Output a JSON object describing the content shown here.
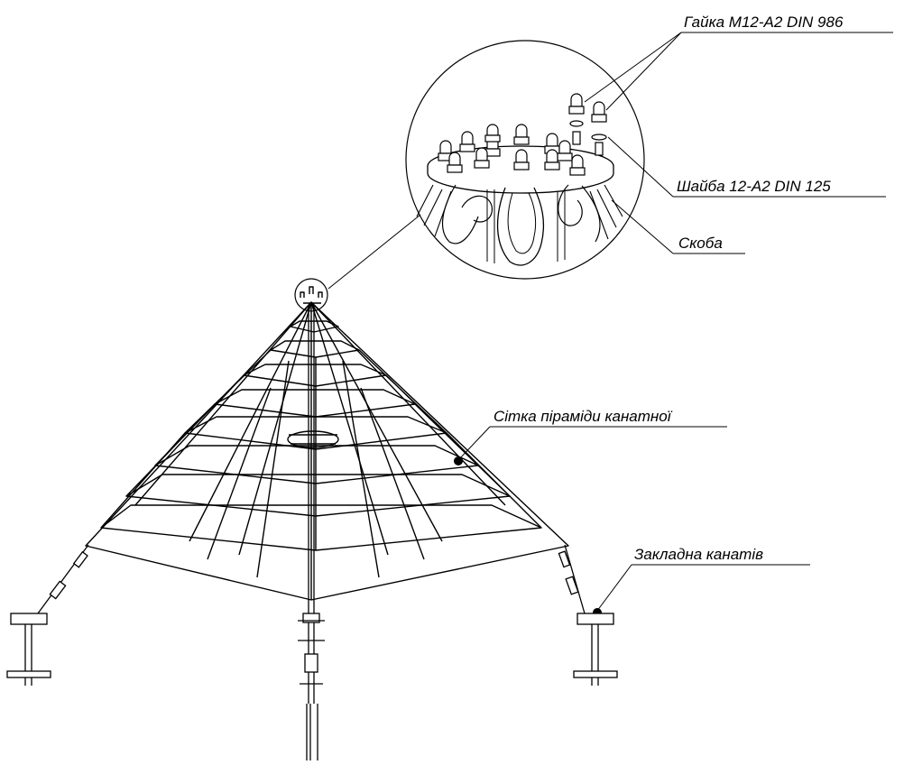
{
  "labels": {
    "nut": "Гайка M12-A2 DIN 986",
    "washer": "Шайба 12-A2 DIN 125",
    "shackle": "Скоба",
    "net": "Сітка піраміди канатної",
    "anchor": "Закладна канатів"
  },
  "colors": {
    "line": "#000000",
    "background": "#ffffff"
  }
}
